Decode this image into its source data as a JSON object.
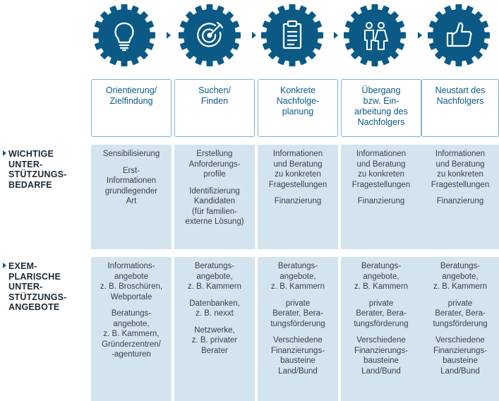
{
  "phases": [
    {
      "icon": "lightbulb-icon",
      "label": "Orientierung/\nZielfindung"
    },
    {
      "icon": "target-icon",
      "label": "Suchen/\nFinden"
    },
    {
      "icon": "clipboard-icon",
      "label": "Konkrete\nNachfolge-\nplanung"
    },
    {
      "icon": "people-icon",
      "label": "Übergang\nbzw. Ein-\narbeitung des\nNachfolgers"
    },
    {
      "icon": "thumbs-up-icon",
      "label": "Neustart des\nNachfolgers"
    }
  ],
  "rows": [
    {
      "label_lines": [
        "WICHTIGE",
        "UNTER-",
        "STÜTZUNGS-",
        "BEDARFE"
      ],
      "cells": [
        [
          "Sensibilisierung",
          "Erst-\nInformationen\ngrundlegender\nArt"
        ],
        [
          "Erstellung\nAnforderungs-\nprofile",
          "Identifizierung\nKandidaten\n(für familien-\nexterne Lösung)"
        ],
        [
          "Informationen\nund Beratung\nzu konkreten\nFragestellungen",
          "Finanzierung"
        ],
        [
          "Informationen\nund Beratung\nzu konkreten\nFragestellungen",
          "Finanzierung"
        ],
        [
          "Informationen\nund Beratung\nzu konkreten\nFragestellungen",
          "Finanzierung"
        ]
      ]
    },
    {
      "label_lines": [
        "EXEM-",
        "PLARISCHE",
        "UNTER-",
        "STÜTZUNGS-",
        "ANGEBOTE"
      ],
      "cells": [
        [
          "Informations-\nangebote\nz. B. Broschüren,\nWebportale",
          "Beratungs-\nangebote,\nz. B. Kammern,\nGründerzentren/\n-agenturen"
        ],
        [
          "Beratungs-\nangebote,\nz. B. Kammern",
          "Datenbanken,\nz. B. nexxt",
          "Netzwerke,\nz. B. privater\nBerater"
        ],
        [
          "Beratungs-\nangebote,\nz. B. Kammern",
          "private\nBerater, Bera-\ntungsförderung",
          "Verschiedene\nFinanzierungs-\nbausteine\nLand/Bund"
        ],
        [
          "Beratungs-\nangebote,\nz. B. Kammern",
          "private\nBerater, Bera-\ntungsförderung",
          "Verschiedene\nFinanzierungs-\nbausteine\nLand/Bund"
        ],
        [
          "Beratungs-\nangebote,\nz. B. Kammern",
          "private\nBerater, Bera-\ntungsförderung",
          "Verschiedene\nFinanzierungs-\nbausteine\nLand/Bund"
        ]
      ]
    }
  ],
  "colors": {
    "gear": "#0b5a86",
    "cell_bg": "#d3e4ef",
    "phase_text": "#0b5a86",
    "phase_border": "#7fb2cf"
  }
}
